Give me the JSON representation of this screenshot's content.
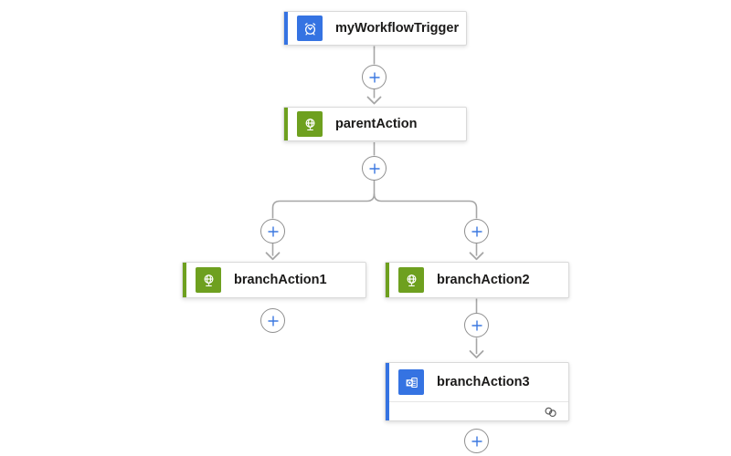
{
  "app": {
    "name": "workflow-designer-canvas"
  },
  "colors": {
    "accent_blue": "#3573e2",
    "accent_green": "#6ea01f",
    "connector_gray": "#a6a6a6",
    "plus_blue": "#3b78e0",
    "card_border": "#d9d9d9",
    "label_text": "#1b1a19"
  },
  "icons": {
    "plus": "+",
    "recurrence_clock": "alarm-clock",
    "http_globe": "globe-on-stand",
    "outlook_mail": "mail-page",
    "connection": "linked-rings"
  },
  "nodes": [
    {
      "id": "trigger",
      "label": "myWorkflowTrigger",
      "icon": "recurrence_clock",
      "accent": "#3573e2"
    },
    {
      "id": "parentAction",
      "label": "parentAction",
      "icon": "http_globe",
      "accent": "#6ea01f"
    },
    {
      "id": "branchAction1",
      "label": "branchAction1",
      "icon": "http_globe",
      "accent": "#6ea01f"
    },
    {
      "id": "branchAction2",
      "label": "branchAction2",
      "icon": "http_globe",
      "accent": "#6ea01f"
    },
    {
      "id": "branchAction3",
      "label": "branchAction3",
      "icon": "outlook_mail",
      "accent": "#3573e2",
      "footer_icon": "connection"
    }
  ]
}
